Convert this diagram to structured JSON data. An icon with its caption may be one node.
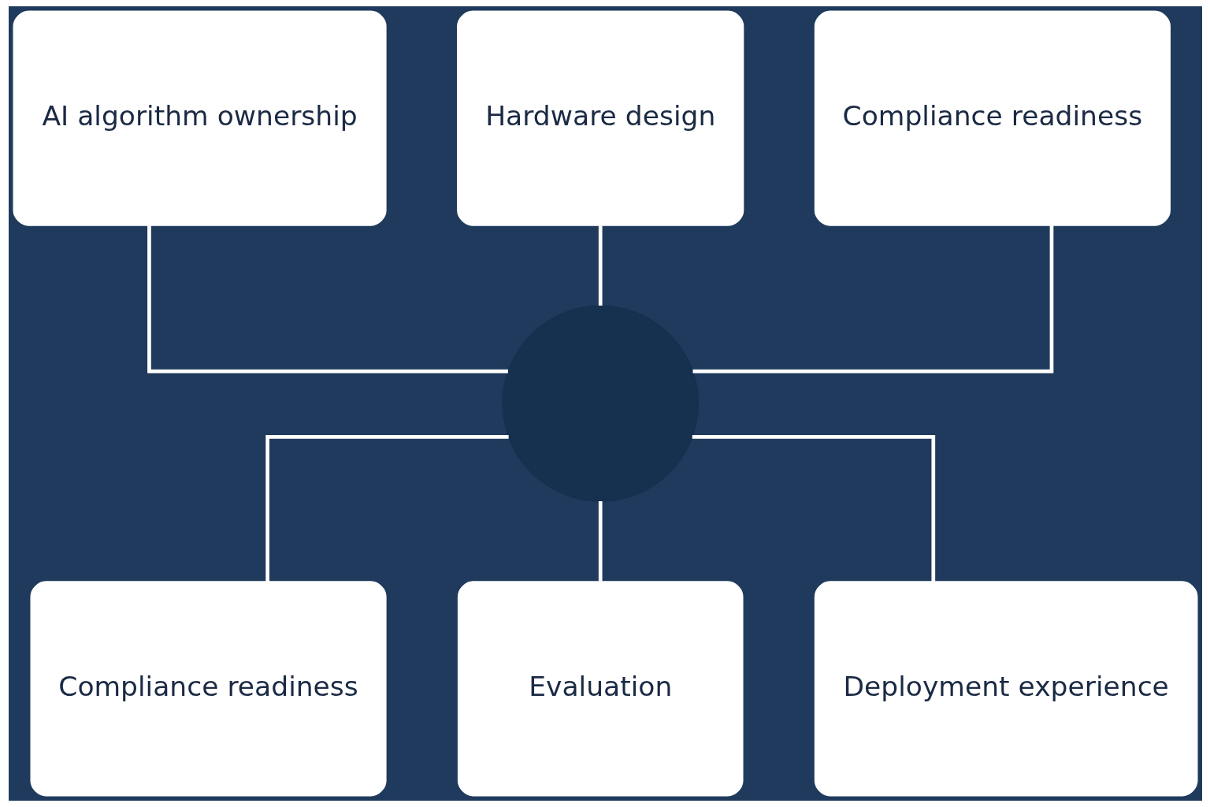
{
  "diagram": {
    "nodes": [
      {
        "text": [
          "AI algorithm ownership"
        ]
      },
      {
        "text": [
          "Hardware design"
        ]
      },
      {
        "text": [
          "Compliance readiness"
        ]
      },
      {
        "text": [],
        "shape": "circle"
      },
      {
        "text": [
          "Compliance readiness"
        ]
      },
      {
        "text": [
          "Evaluation"
        ]
      },
      {
        "text": [
          "Deployment experience"
        ]
      }
    ],
    "edges": [
      {
        "from": 0,
        "to": 3,
        "arrow": "none"
      },
      {
        "from": 1,
        "to": 3,
        "arrow": "none"
      },
      {
        "from": 2,
        "to": 3,
        "arrow": "none"
      },
      {
        "from": 3,
        "to": 4,
        "arrow": "none"
      },
      {
        "from": 3,
        "to": 5,
        "arrow": "none"
      },
      {
        "from": 3,
        "to": 6,
        "arrow": "none"
      }
    ]
  }
}
